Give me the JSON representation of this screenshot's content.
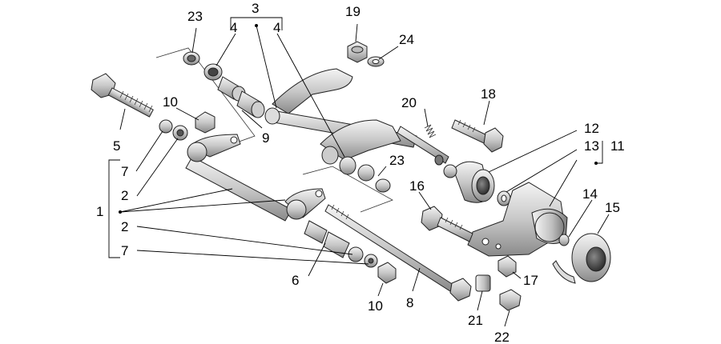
{
  "diagram": {
    "callouts": {
      "c23a": "23",
      "c3": "3",
      "c4a": "4",
      "c4b": "4",
      "c19": "19",
      "c24": "24",
      "c10a": "10",
      "c9": "9",
      "c20": "20",
      "c18": "18",
      "c12": "12",
      "c13": "13",
      "c11": "11",
      "c5": "5",
      "c7a": "7",
      "c23b": "23",
      "c16": "16",
      "c2a": "2",
      "c1": "1",
      "c2b": "2",
      "c14": "14",
      "c15": "15",
      "c7b": "7",
      "c6": "6",
      "c17": "17",
      "c10b": "10",
      "c8": "8",
      "c21": "21",
      "c22": "22"
    }
  }
}
